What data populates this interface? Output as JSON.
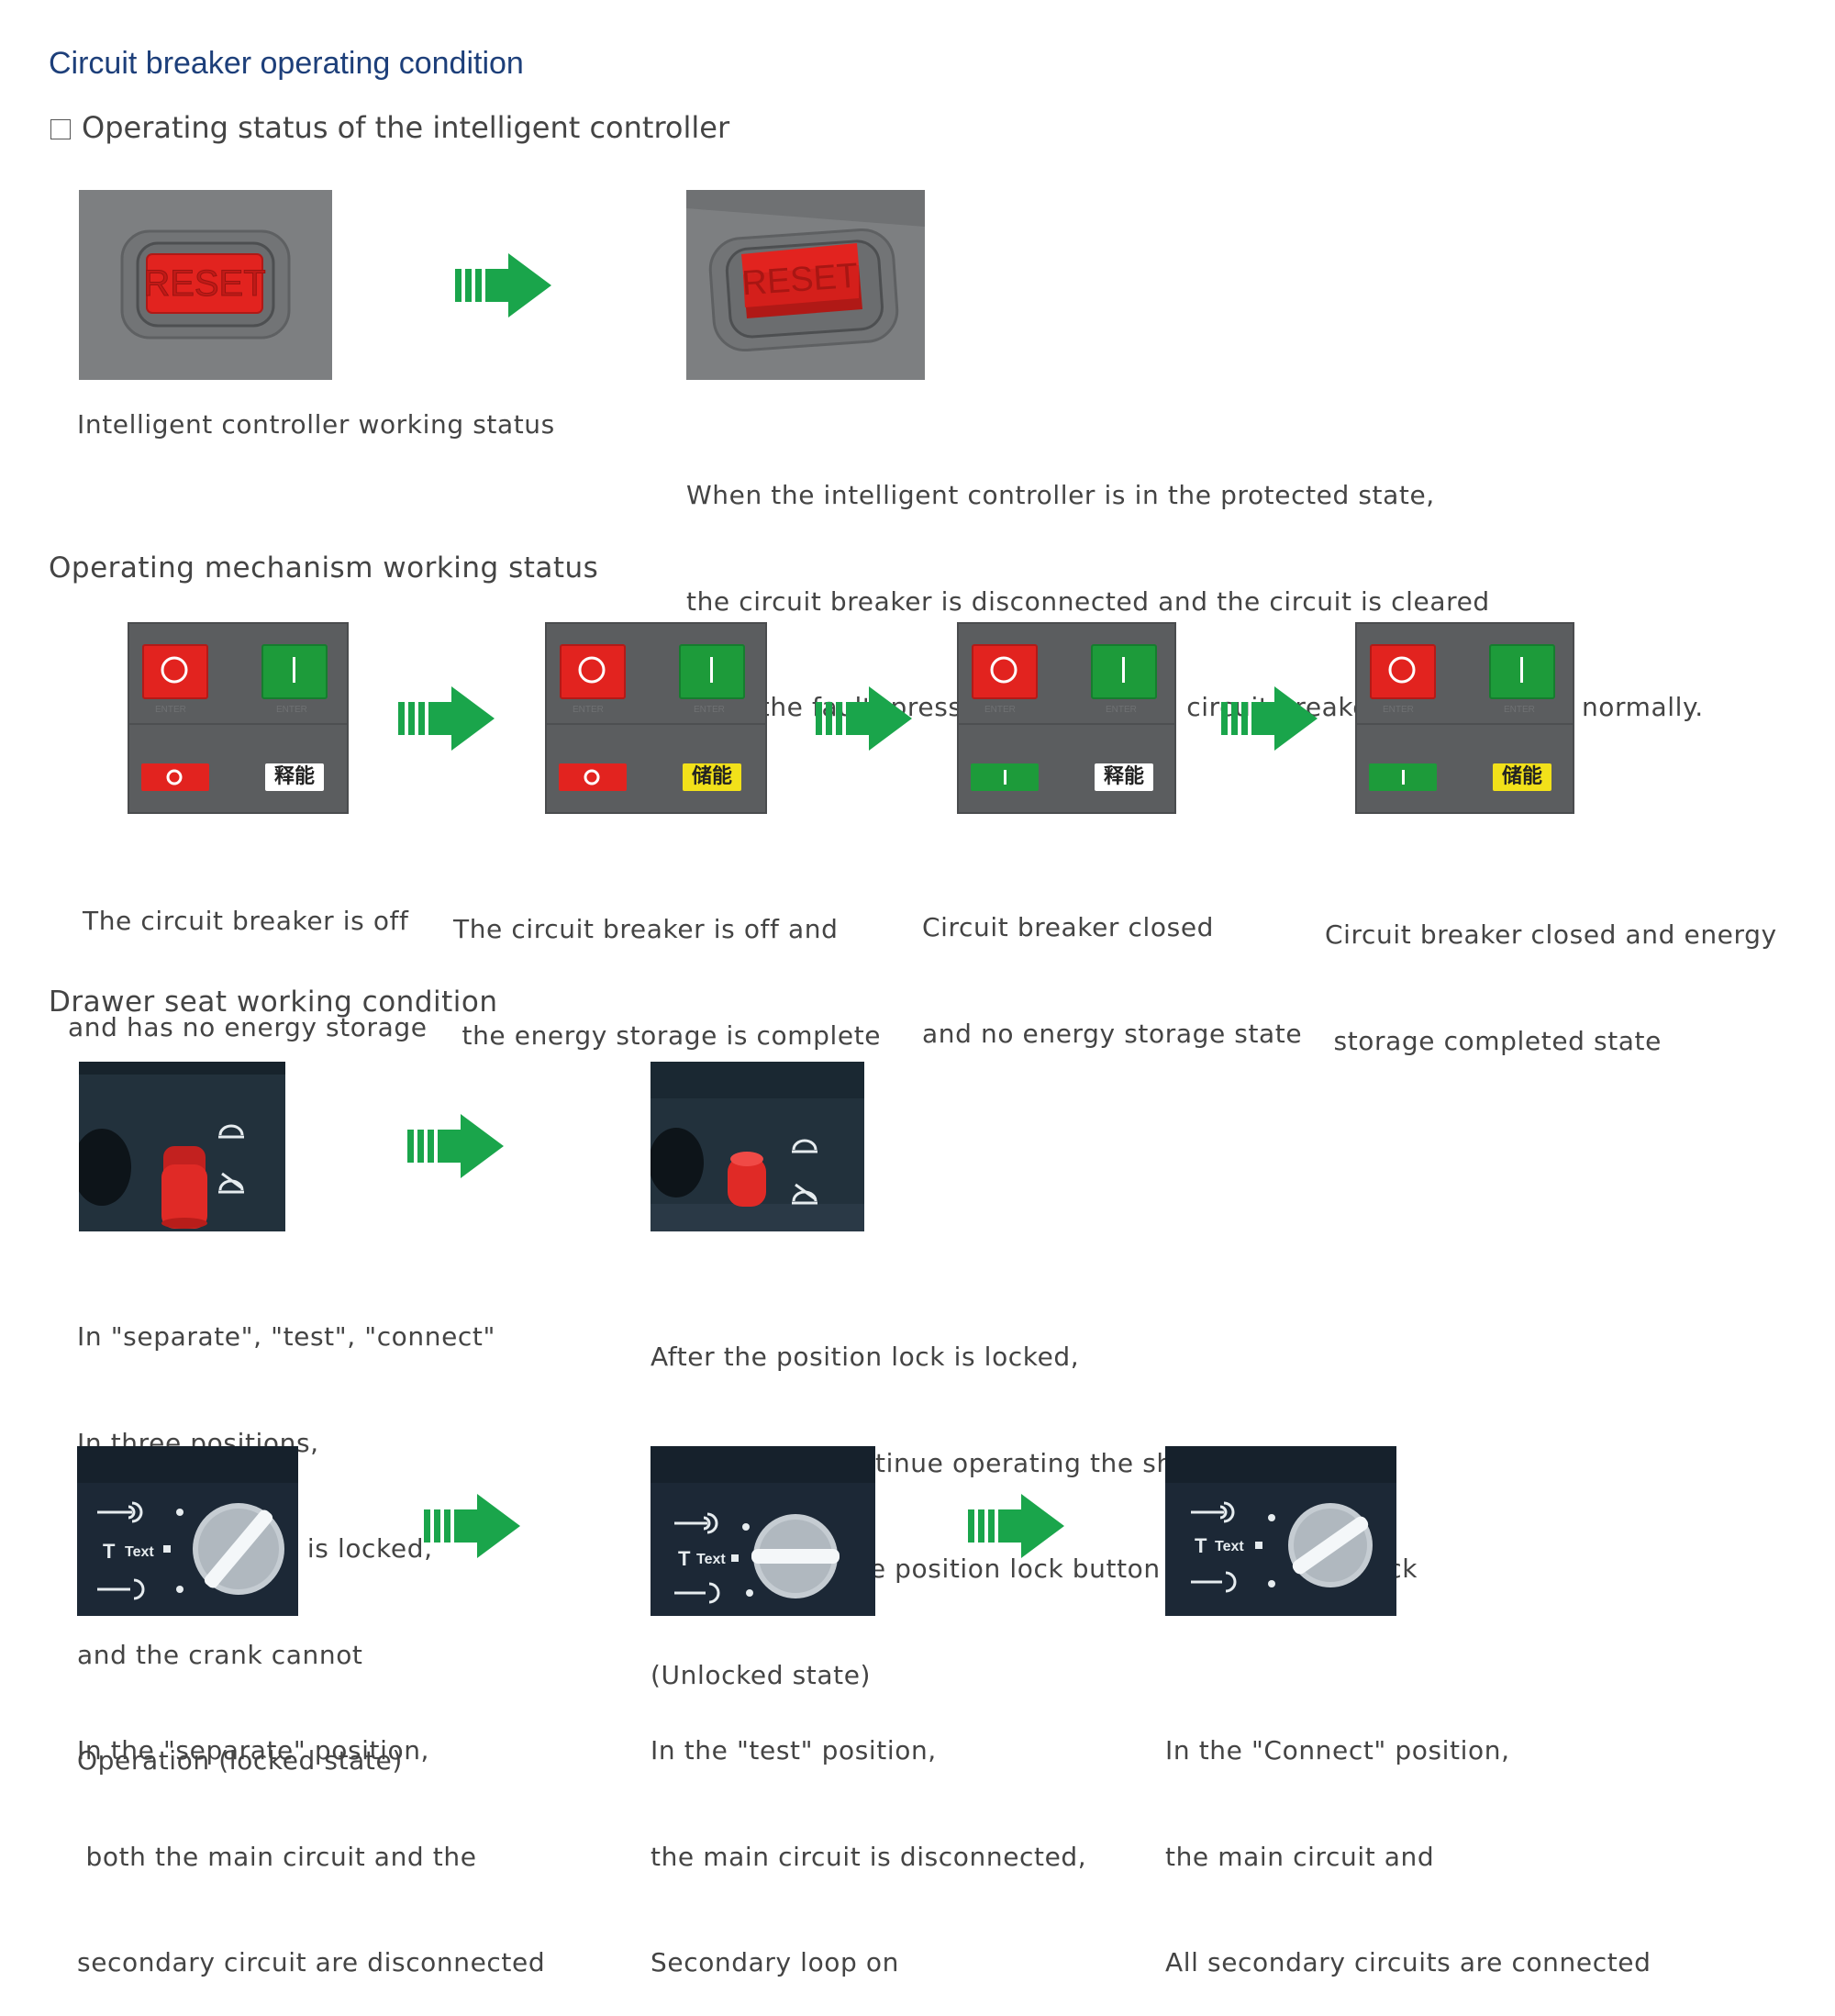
{
  "page_title": "Circuit breaker operating condition",
  "controller_heading": "Operating status of the intelligent controller",
  "controller": {
    "reset_text": "RESET",
    "caption_left": "Intelligent controller working status",
    "caption_right": [
      "When the intelligent controller is in the protected state,",
      "the circuit breaker is disconnected and the circuit is cleared",
      "After the fault, press this button, the circuit breaker can be closed normally."
    ]
  },
  "mechanism_heading": "Operating mechanism working status",
  "mechanism": {
    "enter_text": "ENTER",
    "label_release": "释能",
    "label_storage": "储能",
    "captions": [
      [
        "The circuit breaker is off",
        "and has no energy storage"
      ],
      [
        "The circuit breaker is off and",
        " the energy storage is complete"
      ],
      [
        "Circuit breaker closed",
        "and no energy storage state"
      ],
      [
        "Circuit breaker closed and energy",
        " storage completed state"
      ]
    ]
  },
  "drawer_heading": "Drawer seat working condition",
  "drawer": {
    "lock_caption_left": [
      "In \"separate\", \"test\", \"connect\"",
      "In three positions,",
      "the position lock is locked,",
      "and the crank cannot",
      "Operation (locked state)"
    ],
    "lock_caption_right": [
      "After the position lock is locked,",
      " you need to continue operating the shake",
      "Handle, press the position lock button to release the lock",
      "(Unlocked state)"
    ],
    "knob_text": "Text",
    "position_captions": [
      [
        "In the \"separate\" position,",
        " both the main circuit and the",
        "secondary circuit are disconnected"
      ],
      [
        "In the \"test\" position,",
        "the main circuit is disconnected,",
        "Secondary loop on"
      ],
      [
        "In the \"Connect\" position,",
        "the main circuit and",
        "All secondary circuits are connected"
      ]
    ]
  },
  "colors": {
    "title_blue": "#1d3f7a",
    "arrow_green": "#1aa54b",
    "reset_red": "#e2231f",
    "label_yellow": "#f2e11a"
  }
}
